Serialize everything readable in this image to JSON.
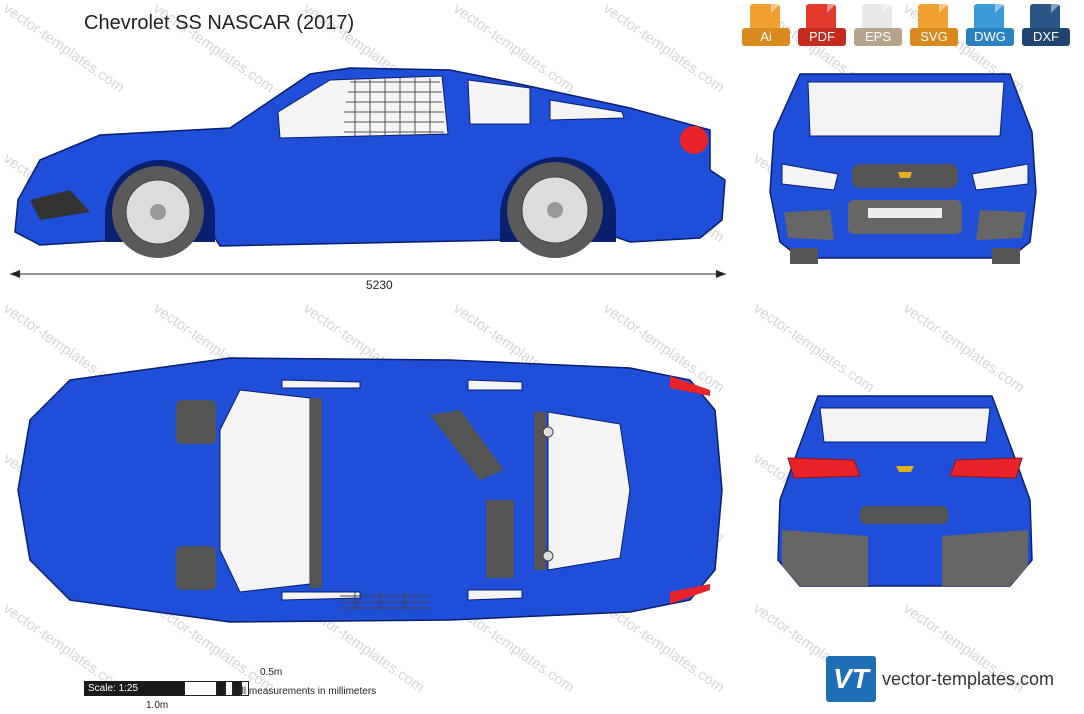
{
  "title": "Chevrolet SS NASCAR (2017)",
  "watermark": "vector-templates.com",
  "formats": [
    {
      "label": "Ai",
      "color": "#f0a030",
      "tab": "#d88a1e"
    },
    {
      "label": "PDF",
      "color": "#e23b2e",
      "tab": "#c52a1f"
    },
    {
      "label": "EPS",
      "color": "#e8e8e8",
      "tab": "#b5a48a"
    },
    {
      "label": "SVG",
      "color": "#f0a030",
      "tab": "#d88a1e"
    },
    {
      "label": "DWG",
      "color": "#3a9ad8",
      "tab": "#2b82c0"
    },
    {
      "label": "DXF",
      "color": "#2a5688",
      "tab": "#1f4470"
    }
  ],
  "views": {
    "side": "side-view",
    "front": "front-view",
    "top": "top-view",
    "rear": "rear-view"
  },
  "dimension": {
    "length": "5230"
  },
  "scale": {
    "label": "Scale: 1:25",
    "half": "0.5m",
    "full": "1.0m",
    "note": "All measurements in millimeters"
  },
  "brand": {
    "logo": "VT",
    "name": "vector-templates.com"
  },
  "colors": {
    "body": "#1f4ed8",
    "outline": "#0a1f6e",
    "glass": "#f4f4f4",
    "grey": "#6b6b6b",
    "taillight": "#e8232a"
  }
}
